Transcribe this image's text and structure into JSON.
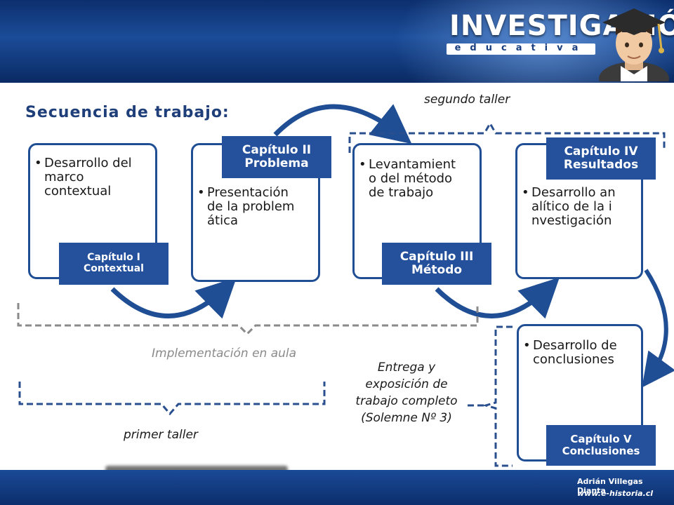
{
  "brand": {
    "title": "INVESTIGACIÓN",
    "subtitle": "educativa"
  },
  "mascot": "graduate-student-with-mortarboard-icon",
  "footer": {
    "author": "Adrián Villegas Dianta",
    "site": "www.e-historia.cl"
  },
  "page_title": "Secuencia de trabajo:",
  "stages": [
    {
      "bullet": "Desarrollo del marco contextual",
      "label": "Capítulo I Contextual"
    },
    {
      "bullet": "Presentación de la problemática",
      "label": "Capítulo II Problema"
    },
    {
      "bullet": "Levantamiento del método de trabajo",
      "label": "Capítulo III Método"
    },
    {
      "bullet": "Desarrollo analítico de la investigación",
      "label": "Capítulo IV Resultados"
    },
    {
      "bullet": "Desarrollo de conclusiones",
      "label": "Capítulo V Conclusiones"
    }
  ],
  "notes": {
    "segundo_taller": "segundo taller",
    "implementacion": "Implementación en aula",
    "primer_taller": "primer taller",
    "entrega": "Entrega y exposición de trabajo completo (Solemne Nº 3)"
  },
  "colors": {
    "primary_blue": "#1f4e94",
    "label_blue": "#24509c",
    "title_blue": "#1f3f7a",
    "dashed_gray": "#8a8a8a",
    "dashed_blue": "#2a4f8f",
    "header_blue": "#1b4c98"
  }
}
